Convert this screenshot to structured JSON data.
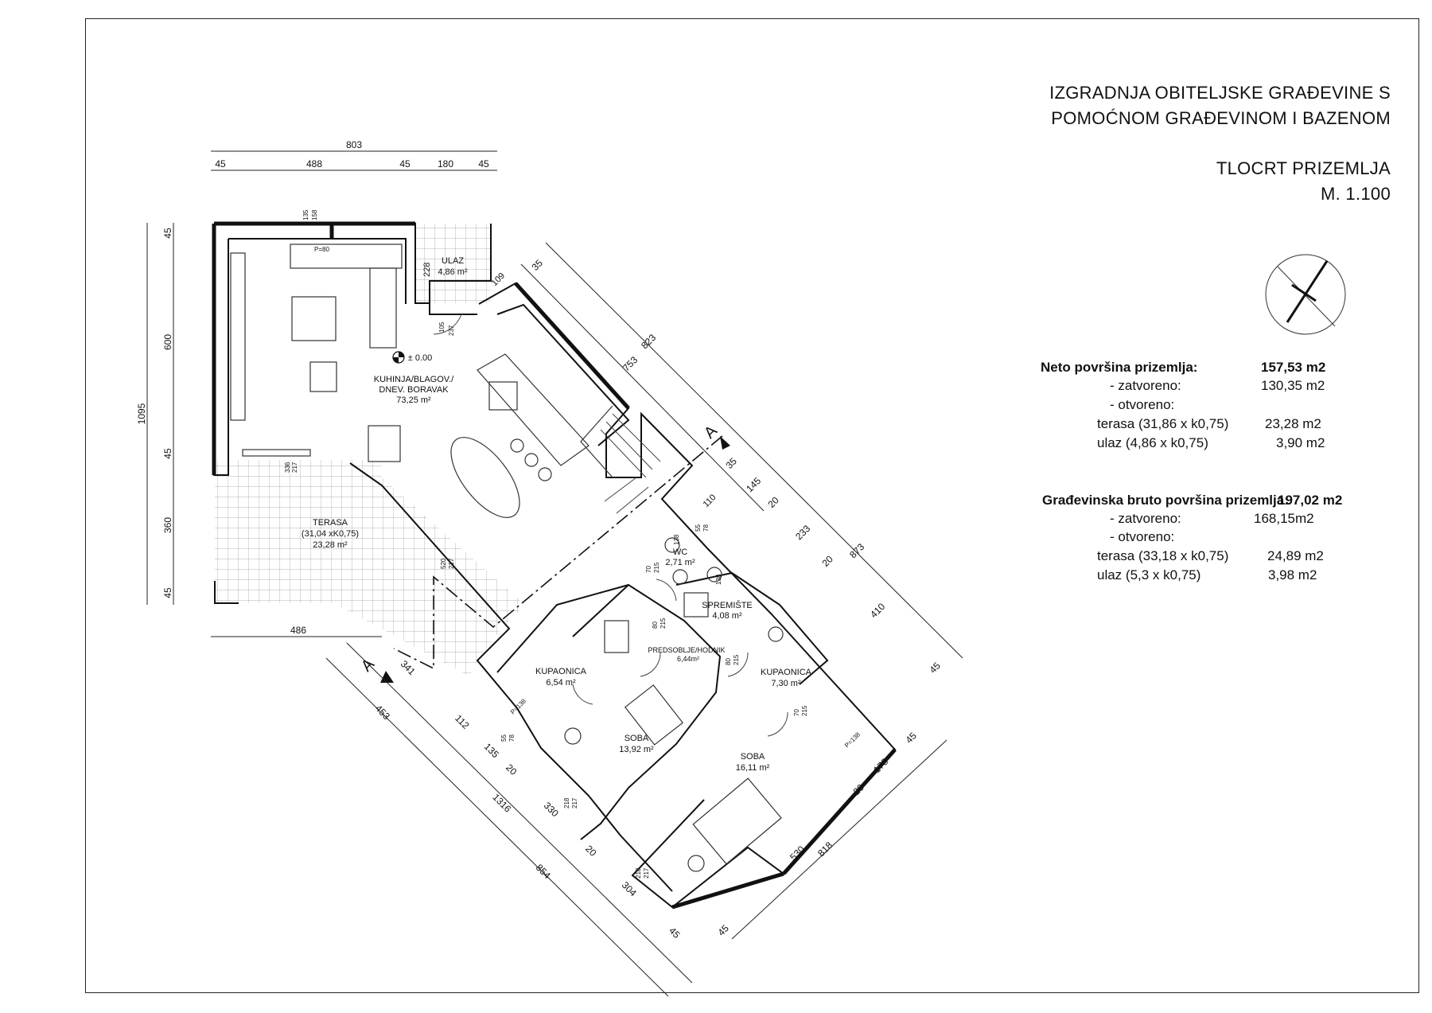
{
  "title": {
    "line1": "IZGRADNJA OBITELJSKE GRAĐEVINE S",
    "line2": "POMOĆNOM GRAĐEVINOM I BAZENOM",
    "drawing": "TLOCRT PRIZEMLJA",
    "scale": "M. 1.100"
  },
  "areas": {
    "neto": {
      "label": "Neto površina prizemlja:",
      "value": "157,53 m2",
      "rows": [
        {
          "label": "- zatvoreno:",
          "value": "130,35 m2"
        },
        {
          "label": "- otvoreno:",
          "value": ""
        },
        {
          "label": "terasa (31,86 x k0,75)",
          "value": "23,28 m2"
        },
        {
          "label": "ulaz (4,86 x k0,75)",
          "value": "3,90 m2"
        }
      ]
    },
    "bruto": {
      "label": "Građevinska bruto površina prizemlja:",
      "value": "197,02 m2",
      "rows": [
        {
          "label": "- zatvoreno:",
          "value": "168,15m2"
        },
        {
          "label": "- otvoreno:",
          "value": ""
        },
        {
          "label": "terasa (33,18 x k0,75)",
          "value": "24,89 m2"
        },
        {
          "label": "ulaz (5,3 x k0,75)",
          "value": "3,98 m2"
        }
      ]
    }
  },
  "rooms": {
    "ulaz": {
      "name": "ULAZ",
      "area": "4,86 m²"
    },
    "kuhinja": {
      "name1": "KUHINJA/BLAGOV./",
      "name2": "DNEV. BORAVAK",
      "area": "73,25 m²"
    },
    "level": "± 0.00",
    "terasa": {
      "name": "TERASA",
      "formula": "(31,04 xK0,75)",
      "area": "23,28 m²"
    },
    "wc": {
      "name": "WC",
      "area": "2,71 m²"
    },
    "spremiste": {
      "name": "SPREMIŠTE",
      "area": "4,08 m²"
    },
    "hodnik": {
      "name": "PREDSOBLJE/HODNIK",
      "area": "6,44m²"
    },
    "kupaonica1": {
      "name": "KUPAONICA",
      "area": "6,54 m²"
    },
    "kupaonica2": {
      "name": "KUPAONICA",
      "area": "7,30 m²"
    },
    "soba1": {
      "name": "SOBA",
      "area": "13,92 m²"
    },
    "soba2": {
      "name": "SOBA",
      "area": "16,11 m²"
    }
  },
  "section_marker": "A",
  "dimensions": {
    "top_total": "803",
    "top_parts": [
      "45",
      "488",
      "45",
      "180",
      "45"
    ],
    "left_total": "1095",
    "left_parts": [
      "45",
      "600",
      "45",
      "360",
      "45"
    ],
    "bottom_left": "486",
    "ne_outer": [
      "823",
      "753",
      "873"
    ],
    "ne_inner": [
      "35",
      "145",
      "20",
      "233",
      "20",
      "410",
      "45",
      "35"
    ],
    "sw_outer": [
      "453",
      "1316",
      "854"
    ],
    "sw_inner": [
      "341",
      "112",
      "135",
      "20",
      "330",
      "20",
      "304",
      "45"
    ],
    "se": [
      "530",
      "818",
      "178",
      "20",
      "45",
      "45"
    ],
    "small": [
      "135",
      "158",
      "228",
      "105",
      "237",
      "109",
      "P=80",
      "336",
      "217",
      "520",
      "217",
      "110",
      "55",
      "78",
      "70",
      "215",
      "80",
      "215",
      "55",
      "78",
      "P=138",
      "218",
      "217",
      "218",
      "217",
      "70",
      "215",
      "P=138",
      "80",
      "215",
      "138",
      "138"
    ]
  }
}
